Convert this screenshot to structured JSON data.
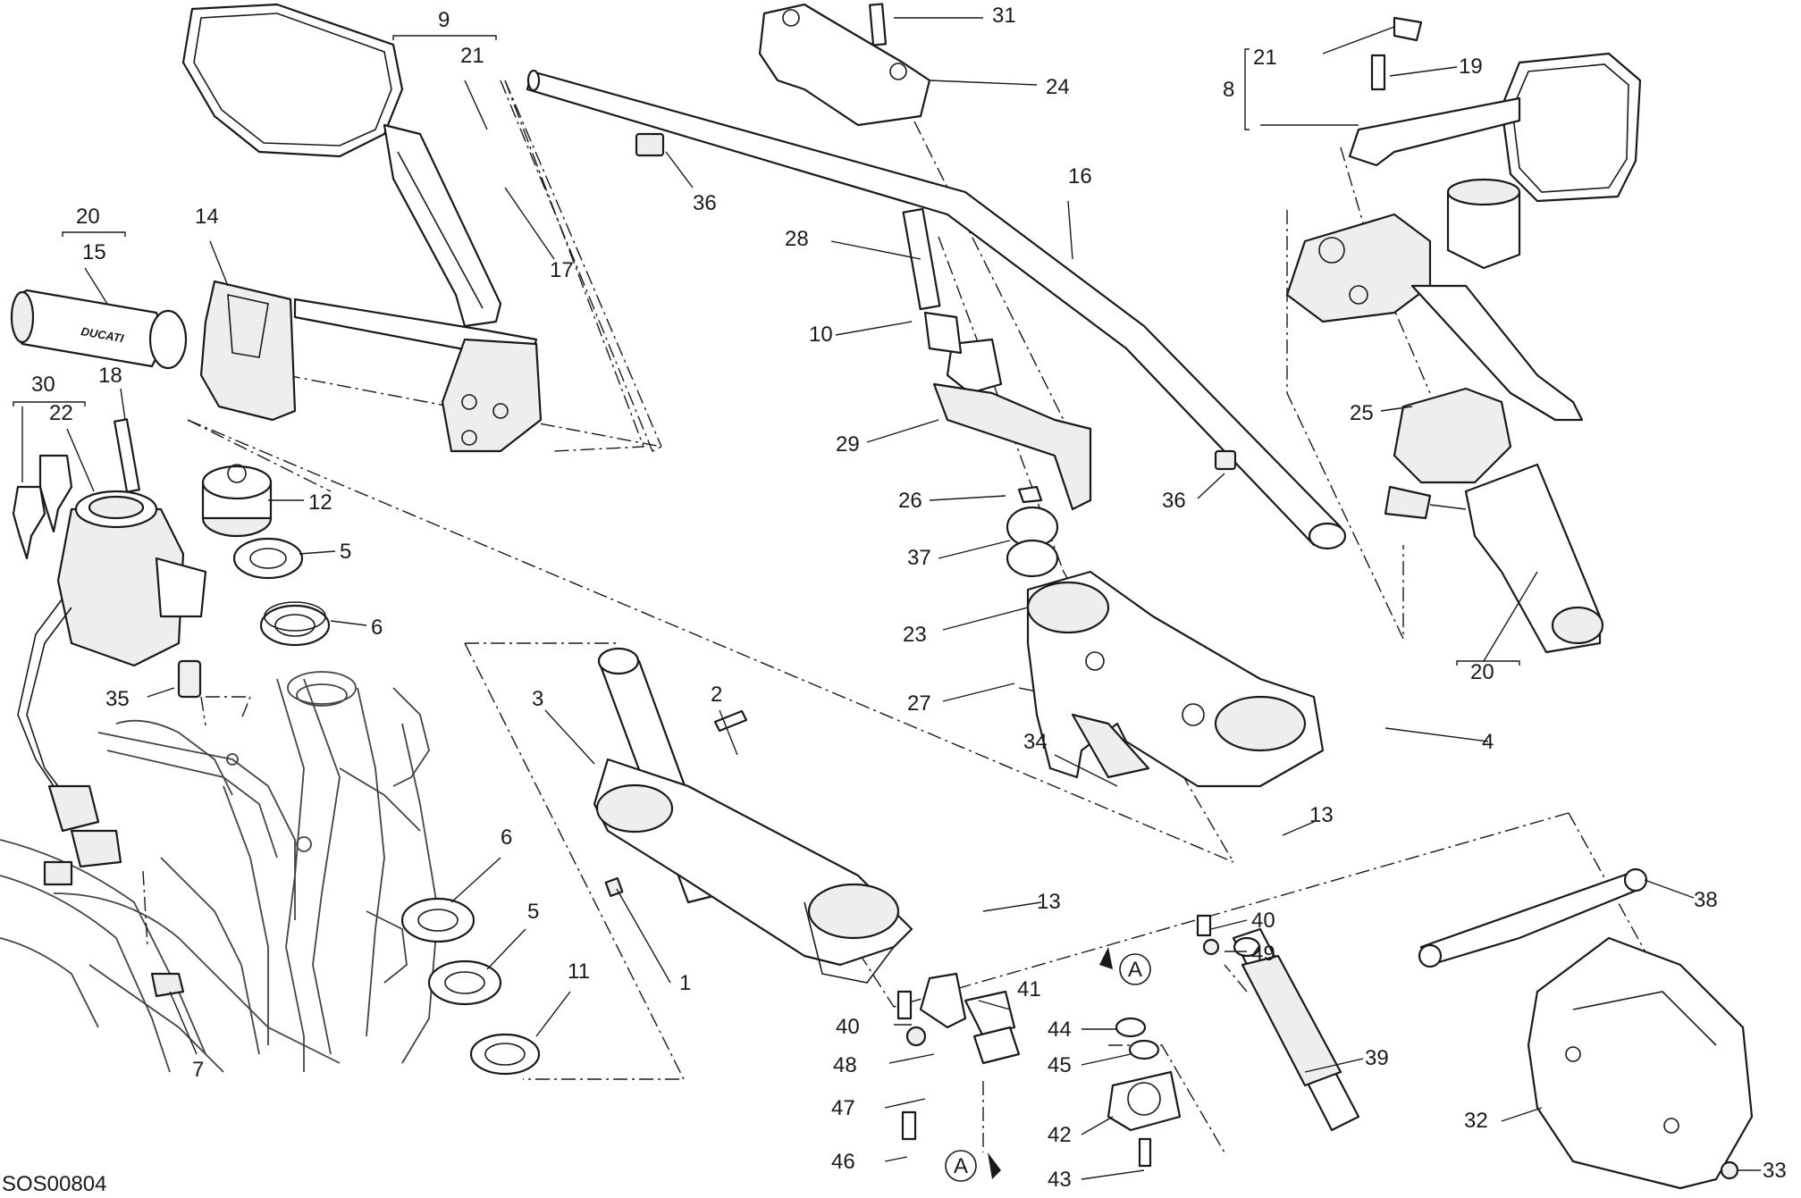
{
  "drawing_code": "SOS00804",
  "brand_text": "DUCATI",
  "view_marker": "A",
  "callouts": [
    {
      "id": "c9",
      "label": "9"
    },
    {
      "id": "c21a",
      "label": "21"
    },
    {
      "id": "c17",
      "label": "17"
    },
    {
      "id": "c20a",
      "label": "20"
    },
    {
      "id": "c15",
      "label": "15"
    },
    {
      "id": "c14",
      "label": "14"
    },
    {
      "id": "c30",
      "label": "30"
    },
    {
      "id": "c22",
      "label": "22"
    },
    {
      "id": "c18",
      "label": "18"
    },
    {
      "id": "c12",
      "label": "12"
    },
    {
      "id": "c5a",
      "label": "5"
    },
    {
      "id": "c6a",
      "label": "6"
    },
    {
      "id": "c35",
      "label": "35"
    },
    {
      "id": "c7",
      "label": "7"
    },
    {
      "id": "c36a",
      "label": "36"
    },
    {
      "id": "c31",
      "label": "31"
    },
    {
      "id": "c24",
      "label": "24"
    },
    {
      "id": "c16",
      "label": "16"
    },
    {
      "id": "c28",
      "label": "28"
    },
    {
      "id": "c10",
      "label": "10"
    },
    {
      "id": "c29",
      "label": "29"
    },
    {
      "id": "c26",
      "label": "26"
    },
    {
      "id": "c37",
      "label": "37"
    },
    {
      "id": "c23",
      "label": "23"
    },
    {
      "id": "c27",
      "label": "27"
    },
    {
      "id": "c34",
      "label": "34"
    },
    {
      "id": "c36b",
      "label": "36"
    },
    {
      "id": "c4",
      "label": "4"
    },
    {
      "id": "c13a",
      "label": "13"
    },
    {
      "id": "c3",
      "label": "3"
    },
    {
      "id": "c2",
      "label": "2"
    },
    {
      "id": "c1",
      "label": "1"
    },
    {
      "id": "c13b",
      "label": "13"
    },
    {
      "id": "c6b",
      "label": "6"
    },
    {
      "id": "c5b",
      "label": "5"
    },
    {
      "id": "c11",
      "label": "11"
    },
    {
      "id": "c8",
      "label": "8"
    },
    {
      "id": "c21b",
      "label": "21"
    },
    {
      "id": "c19",
      "label": "19"
    },
    {
      "id": "c25",
      "label": "25"
    },
    {
      "id": "c20b",
      "label": "20"
    },
    {
      "id": "c40a",
      "label": "40"
    },
    {
      "id": "c41",
      "label": "41"
    },
    {
      "id": "c48",
      "label": "48"
    },
    {
      "id": "c47",
      "label": "47"
    },
    {
      "id": "c46",
      "label": "46"
    },
    {
      "id": "c44",
      "label": "44"
    },
    {
      "id": "c45",
      "label": "45"
    },
    {
      "id": "c42",
      "label": "42"
    },
    {
      "id": "c43",
      "label": "43"
    },
    {
      "id": "c40b",
      "label": "40"
    },
    {
      "id": "c49",
      "label": "49"
    },
    {
      "id": "c39",
      "label": "39"
    },
    {
      "id": "c38",
      "label": "38"
    },
    {
      "id": "c32",
      "label": "32"
    },
    {
      "id": "c33",
      "label": "33"
    }
  ]
}
